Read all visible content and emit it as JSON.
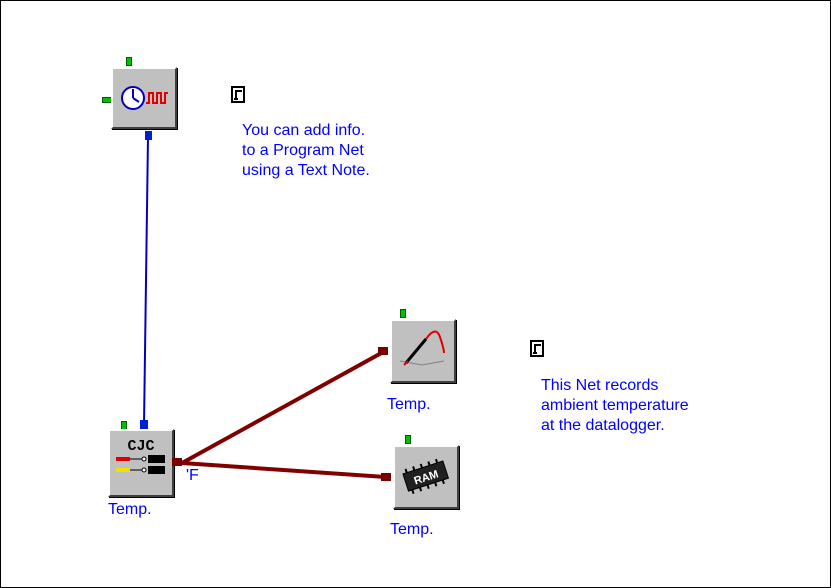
{
  "blocks": {
    "clock": {
      "icon": "clock-pulse-icon"
    },
    "cjc": {
      "icon": "cjc-thermocouple-icon",
      "title": "CJC",
      "label": "Temp.",
      "output_unit": "'F"
    },
    "plot": {
      "icon": "strip-chart-pen-icon",
      "label": "Temp."
    },
    "ram": {
      "icon": "ram-chip-icon",
      "chip_text": "RAM",
      "label": "Temp."
    }
  },
  "notes": [
    {
      "icon": "text-note-icon",
      "lines": [
        "You can add info.",
        "to a Program Net",
        "using a Text Note."
      ]
    },
    {
      "icon": "text-note-icon",
      "lines": [
        "This Net records",
        "ambient temperature",
        "at the datalogger."
      ]
    }
  ],
  "colors": {
    "text": "#0000ff",
    "block_face": "#c0c0c0",
    "wire_blue": "#0000c0",
    "wire_red": "#800000",
    "pin_green": "#00c000"
  }
}
